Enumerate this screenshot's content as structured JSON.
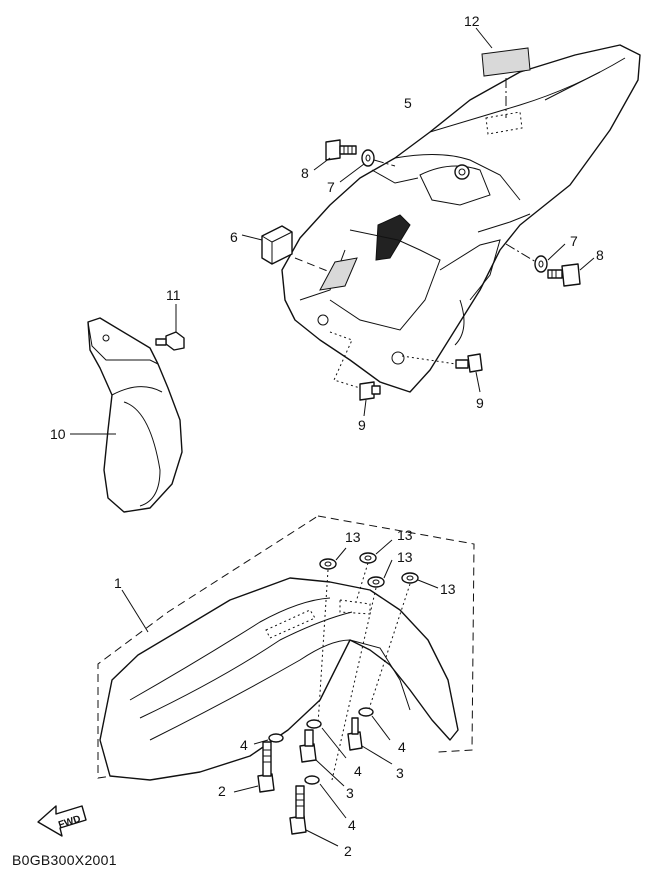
{
  "callouts": {
    "n1": "1",
    "n2a": "2",
    "n2b": "2",
    "n3a": "3",
    "n3b": "3",
    "n4a": "4",
    "n4b": "4",
    "n4c": "4",
    "n4d": "4",
    "n5": "5",
    "n6": "6",
    "n7a": "7",
    "n7b": "7",
    "n8a": "8",
    "n8b": "8",
    "n9a": "9",
    "n9b": "9",
    "n10": "10",
    "n11": "11",
    "n12": "12",
    "n13a": "13",
    "n13b": "13",
    "n13c": "13",
    "n13d": "13"
  },
  "fwd_label": "FWD",
  "catalog_code": "B0GB300X2001"
}
